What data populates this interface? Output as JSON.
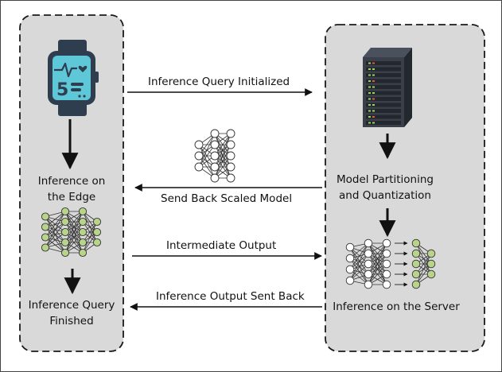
{
  "edge": {
    "step_on_edge": [
      "Inference on",
      "the Edge"
    ],
    "step_finished": [
      "Inference Query",
      "Finished"
    ]
  },
  "server": {
    "step_partition": [
      "Model Partitioning",
      "and Quantization"
    ],
    "step_inference": "Inference on the Server"
  },
  "arrows": {
    "query_initialized": "Inference Query Initialized",
    "send_back_model": "Send Back Scaled Model",
    "intermediate_output": "Intermediate Output",
    "output_sent_back": "Inference Output Sent Back"
  },
  "watch_display": "5",
  "colors": {
    "panel_fill": "#d9d9d9",
    "panel_border": "#1a1a1a",
    "green_node": "#b7d48a",
    "white_node": "#ffffff",
    "watch_screen": "#5ec8d8",
    "watch_body": "#2f3e4f",
    "server_body": "#3a3f4a",
    "server_light": "#9bd45c"
  }
}
